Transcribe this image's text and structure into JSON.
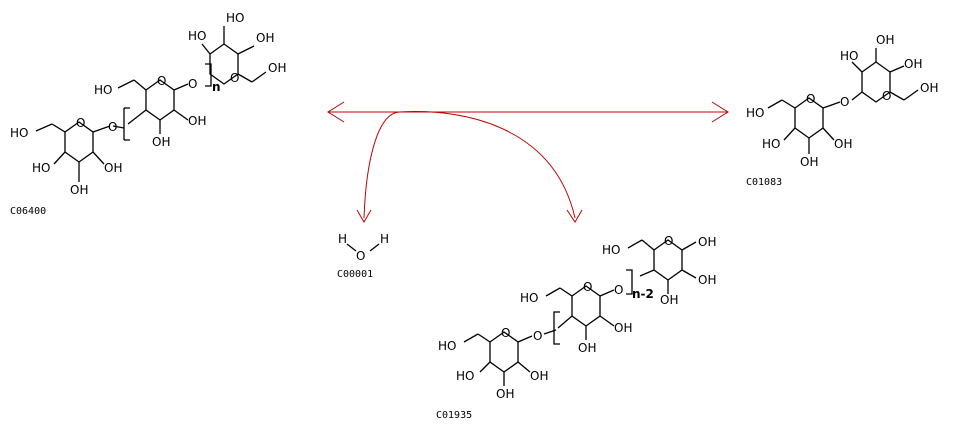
{
  "compounds": {
    "c06400": {
      "id": "C06400",
      "repeat": "n"
    },
    "c00001": {
      "id": "C00001"
    },
    "c01083": {
      "id": "C01083"
    },
    "c01935": {
      "id": "C01935",
      "repeat": "n-2"
    }
  },
  "atoms": {
    "ho": "HO",
    "oh": "OH",
    "o": "O",
    "h": "H"
  },
  "colors": {
    "arrow": "#c00000",
    "structure": "#000000"
  }
}
